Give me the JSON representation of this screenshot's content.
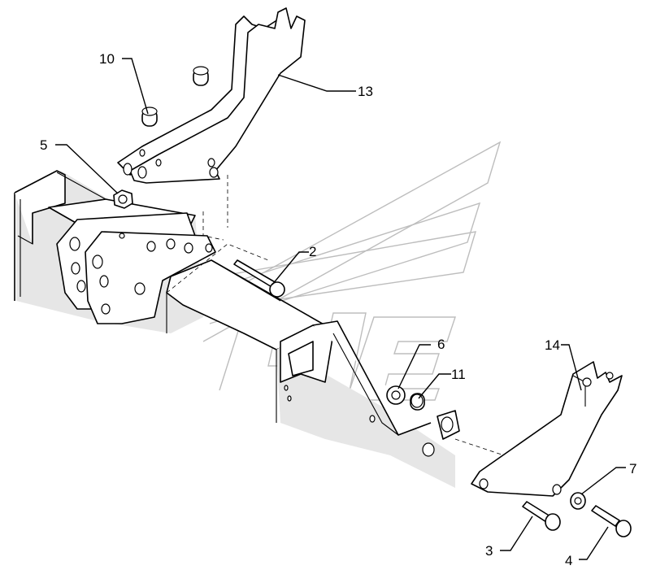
{
  "diagram": {
    "callouts": [
      {
        "id": "10",
        "label": "10"
      },
      {
        "id": "13",
        "label": "13"
      },
      {
        "id": "5",
        "label": "5"
      },
      {
        "id": "2",
        "label": "2"
      },
      {
        "id": "6",
        "label": "6"
      },
      {
        "id": "11",
        "label": "11"
      },
      {
        "id": "14",
        "label": "14"
      },
      {
        "id": "7",
        "label": "7"
      },
      {
        "id": "3",
        "label": "3"
      },
      {
        "id": "4",
        "label": "4"
      }
    ]
  }
}
